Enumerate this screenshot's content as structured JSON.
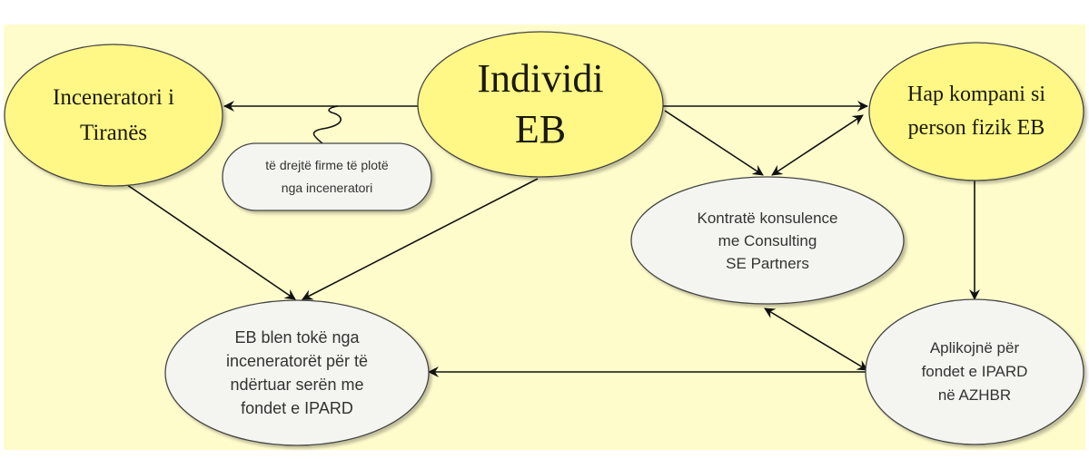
{
  "diagram": {
    "background_color": "#fffccc",
    "yellow_node_fill": "#fff786",
    "grey_node_fill": "#f4f4f0",
    "stroke_color": "#222222",
    "nodes": {
      "incinerator": {
        "label": "Inceneratori i\nTiranës",
        "shape": "ellipse",
        "fill": "yellow"
      },
      "individual": {
        "label": "Individi\nEB",
        "shape": "ellipse",
        "fill": "yellow"
      },
      "company": {
        "label": "Hap kompani si\nperson fizik EB",
        "shape": "ellipse",
        "fill": "yellow"
      },
      "signature_note": {
        "label": "të drejtë firme të plotë\nnga inceneratori",
        "shape": "rounded-callout",
        "fill": "grey"
      },
      "consulting": {
        "label": "Kontratë konsulence\nme Consulting\nSE Partners",
        "shape": "ellipse",
        "fill": "grey"
      },
      "land_purchase": {
        "label": "EB blen tokë nga\ninceneratorët për të\nndërtuar serën me\nfondet e IPARD",
        "shape": "ellipse",
        "fill": "grey"
      },
      "apply_funds": {
        "label": "Aplikojnë për\nfondet e IPARD\nnë AZHBR",
        "shape": "ellipse",
        "fill": "grey"
      }
    },
    "edges": [
      {
        "from": "individual",
        "to": "incinerator",
        "type": "arrow"
      },
      {
        "from": "individual",
        "to": "company",
        "type": "arrow"
      },
      {
        "from": "individual",
        "to": "consulting",
        "type": "arrow"
      },
      {
        "from": "company",
        "to": "consulting",
        "type": "bidirectional"
      },
      {
        "from": "incinerator",
        "to": "land_purchase",
        "type": "arrow"
      },
      {
        "from": "individual",
        "to": "land_purchase",
        "type": "arrow"
      },
      {
        "from": "company",
        "to": "apply_funds",
        "type": "arrow"
      },
      {
        "from": "consulting",
        "to": "apply_funds",
        "type": "bidirectional"
      },
      {
        "from": "apply_funds",
        "to": "land_purchase",
        "type": "arrow"
      },
      {
        "from": "signature_note",
        "to": "edge:individual-incinerator",
        "type": "callout-connector"
      }
    ]
  }
}
